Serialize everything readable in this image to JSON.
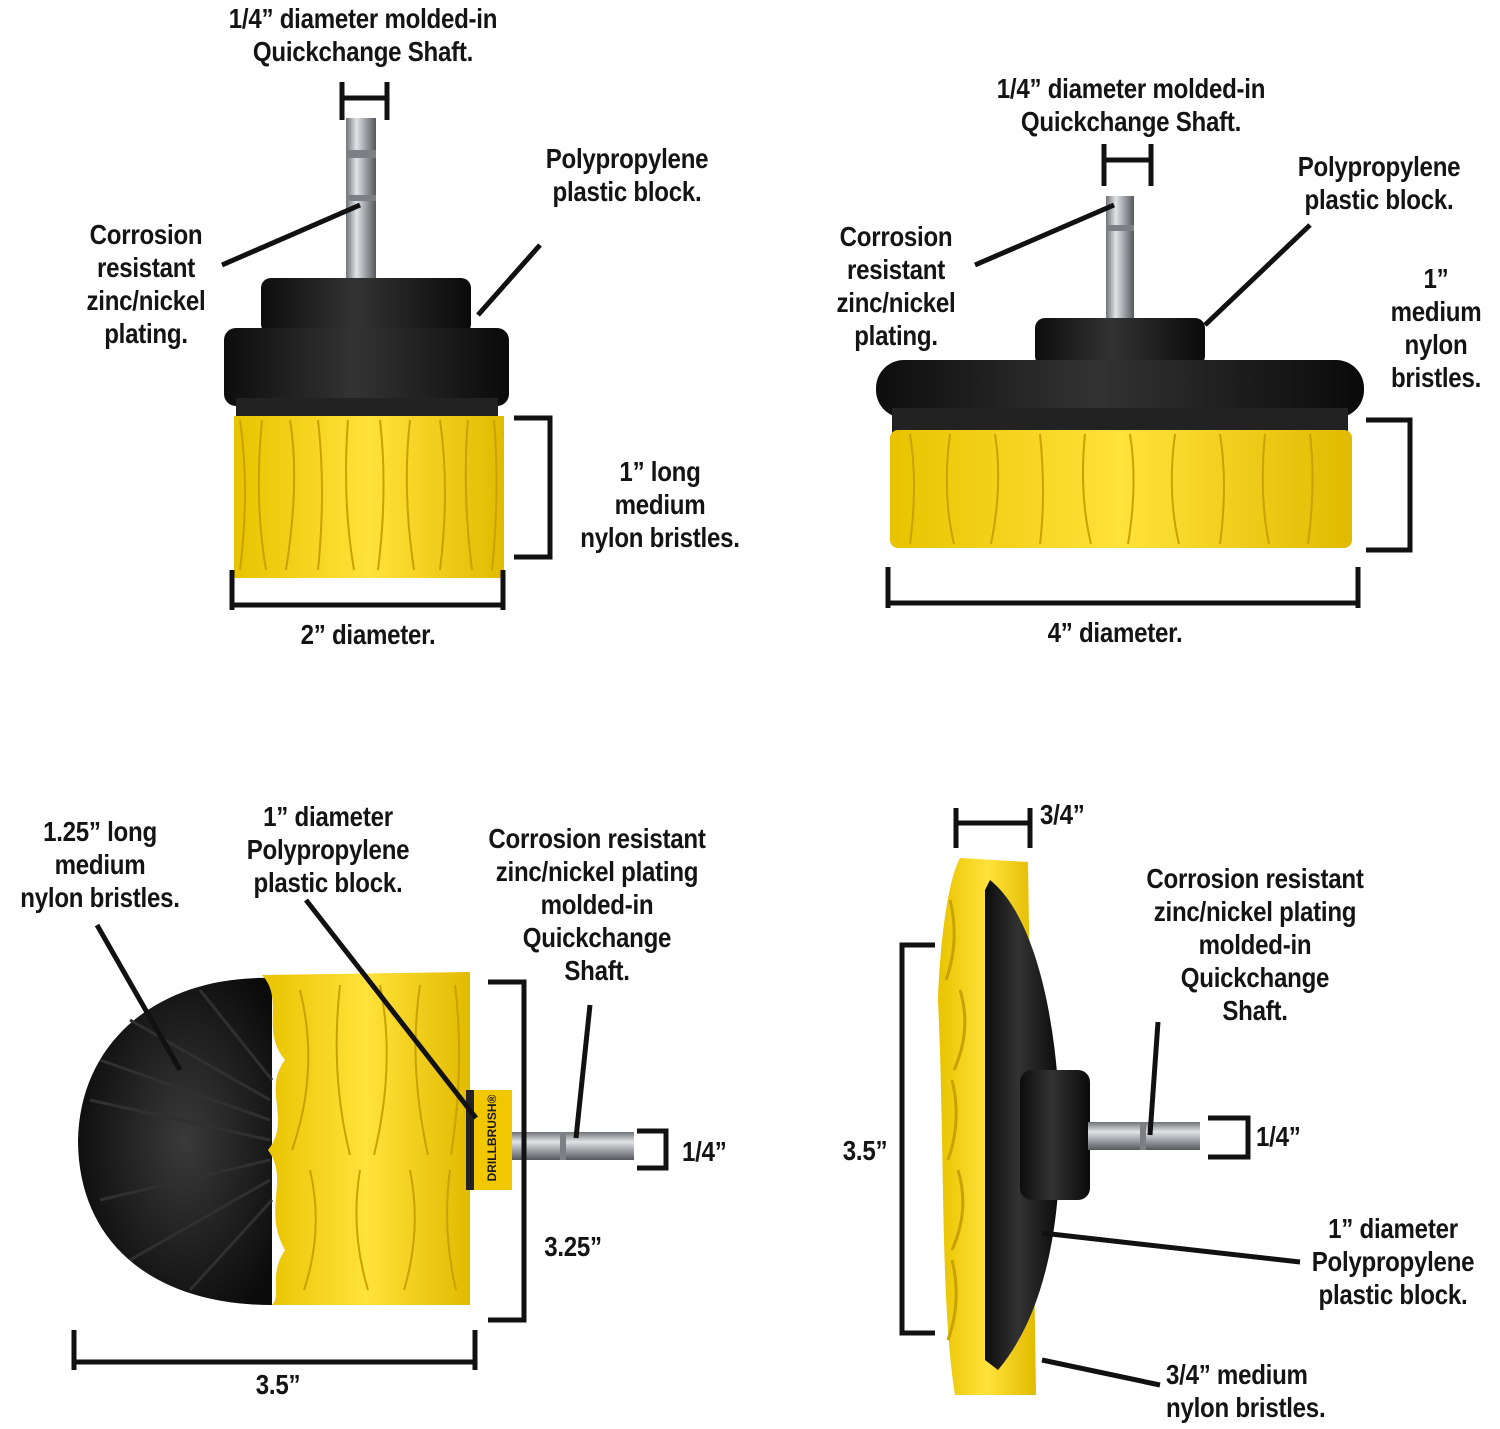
{
  "colors": {
    "bristle": "#f3d51a",
    "bristle_dark": "#d8b400",
    "block": "#1c1c1c",
    "shaft": "#b5b9bd",
    "line": "#111111",
    "black_bristle": "#151515"
  },
  "brush_2in": {
    "shaft_label": [
      "1/4” diameter molded-in",
      "Quickchange Shaft."
    ],
    "block_label": [
      "Polypropylene",
      "plastic block."
    ],
    "plating_label": [
      "Corrosion",
      "resistant",
      "zinc/nickel",
      "plating."
    ],
    "bristle_label": [
      "1” long",
      "medium",
      "nylon bristles."
    ],
    "diameter_label": "2” diameter."
  },
  "brush_4in": {
    "shaft_label": [
      "1/4” diameter molded-in",
      "Quickchange Shaft."
    ],
    "block_label": [
      "Polypropylene",
      "plastic block."
    ],
    "plating_label": [
      "Corrosion",
      "resistant",
      "zinc/nickel",
      "plating."
    ],
    "bristle_label": [
      "1”",
      "medium",
      "nylon",
      "bristles."
    ],
    "diameter_label": "4” diameter."
  },
  "brush_round": {
    "bristle_label": [
      "1.25” long",
      "medium",
      "nylon bristles."
    ],
    "block_label": [
      "1” diameter",
      "Polypropylene",
      "plastic block."
    ],
    "shaft_label": [
      "Corrosion resistant",
      "zinc/nickel plating",
      "molded-in",
      "Quickchange",
      "Shaft."
    ],
    "shaft_dim": "1/4”",
    "height_dim": "3.25”",
    "width_dim": "3.5”",
    "band_text": "DRILLBRUSH®"
  },
  "brush_flat": {
    "width_dim": "3/4”",
    "shaft_label": [
      "Corrosion resistant",
      "zinc/nickel plating",
      "molded-in",
      "Quickchange",
      "Shaft."
    ],
    "shaft_dim": "1/4”",
    "height_dim": "3.5”",
    "block_label": [
      "1” diameter",
      "Polypropylene",
      "plastic block."
    ],
    "bristle_label": [
      "3/4” medium",
      "nylon bristles."
    ]
  }
}
